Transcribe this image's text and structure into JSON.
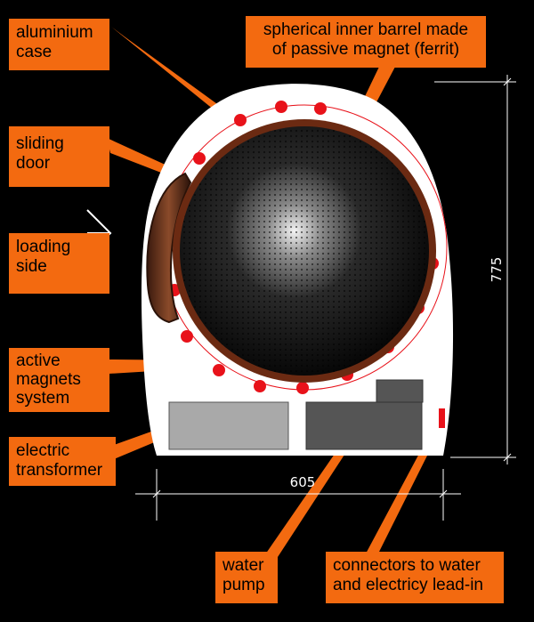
{
  "labels": {
    "aluminium_case": "aluminium\ncase",
    "barrel": "spherical inner barrel made\nof passive magnet (ferrit)",
    "sliding_door": "sliding\ndoor",
    "loading_side": "loading\nside",
    "active_magnets": "active\nmagnets\nsystem",
    "electric_transformer": "electric\ntransformer",
    "water_pump": "water\npump",
    "connectors": "connectors to water\nand electricy lead-in"
  },
  "dimensions": {
    "width": "605",
    "height": "775"
  },
  "colors": {
    "callout": "#f36a10",
    "background": "#000000",
    "case": "#ffffff",
    "magnet": "#e8121a",
    "drum_rim": "#6b2a12"
  }
}
